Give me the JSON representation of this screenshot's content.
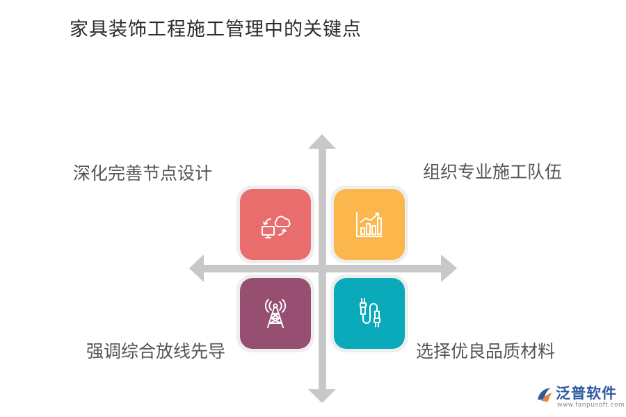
{
  "title": "家具装饰工程施工管理中的关键点",
  "quadrants": {
    "top_left": {
      "label": "深化完善节点设计",
      "color": "#e96d6d",
      "icon": "cloud-sync-monitor-icon"
    },
    "top_right": {
      "label": "组织专业施工队伍",
      "color": "#fbb64c",
      "icon": "bar-chart-growth-icon"
    },
    "bottom_left": {
      "label": "强调综合放线先导",
      "color": "#964f71",
      "icon": "signal-tower-icon"
    },
    "bottom_right": {
      "label": "选择优良品质材料",
      "color": "#0aaabb",
      "icon": "cable-connector-icon"
    }
  },
  "axis_color": "#c8c8c8",
  "logo": {
    "name": "泛普软件",
    "url": "www.fanpusoft.com",
    "color": "#2c5aa0"
  }
}
